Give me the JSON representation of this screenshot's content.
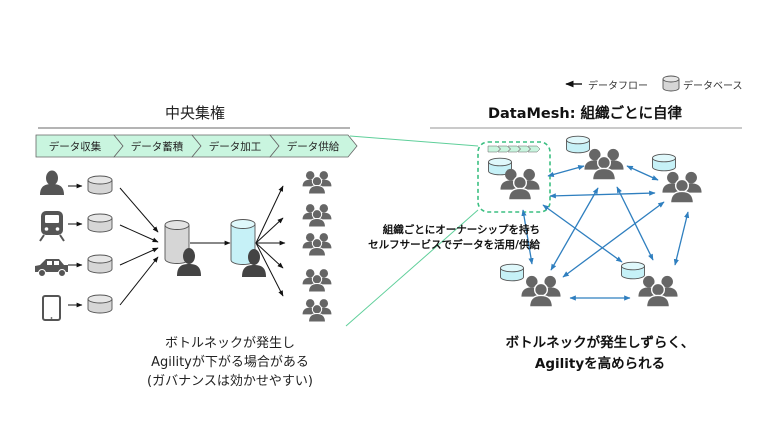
{
  "legend": {
    "data_flow_label": "データフロー",
    "database_label": "データベース"
  },
  "left_panel": {
    "title": "中央集権",
    "pipeline_stages": [
      "データ収集",
      "データ蓄積",
      "データ加工",
      "データ供給"
    ],
    "sources": [
      {
        "icon": "person-icon"
      },
      {
        "icon": "train-icon"
      },
      {
        "icon": "car-icon"
      },
      {
        "icon": "tablet-icon"
      }
    ],
    "consumer_group_count": 5,
    "caption_lines": [
      "ボトルネックが発生し",
      "Agilityが下がる場合がある",
      "(ガバナンスは効かせやすい)"
    ]
  },
  "right_panel": {
    "title": "DataMesh: 組織ごとに自律",
    "owner_note_lines": [
      "組織ごとにオーナーシップを持ち",
      "セルフサービスでデータを活用/供給"
    ],
    "caption_lines": [
      "ボトルネックが発生しずらく、",
      "Agilityを高められる"
    ],
    "node_count": 5
  },
  "colors": {
    "stage_fill": "#c9f5df",
    "stage_stroke": "#5a5a5a",
    "icon_gray": "#5f5f5f",
    "db_gray": "#d6d6d6",
    "db_blue": "#c6f1f7",
    "mesh_arrow": "#2f7fbf",
    "highlight_green": "#3cbf82"
  }
}
